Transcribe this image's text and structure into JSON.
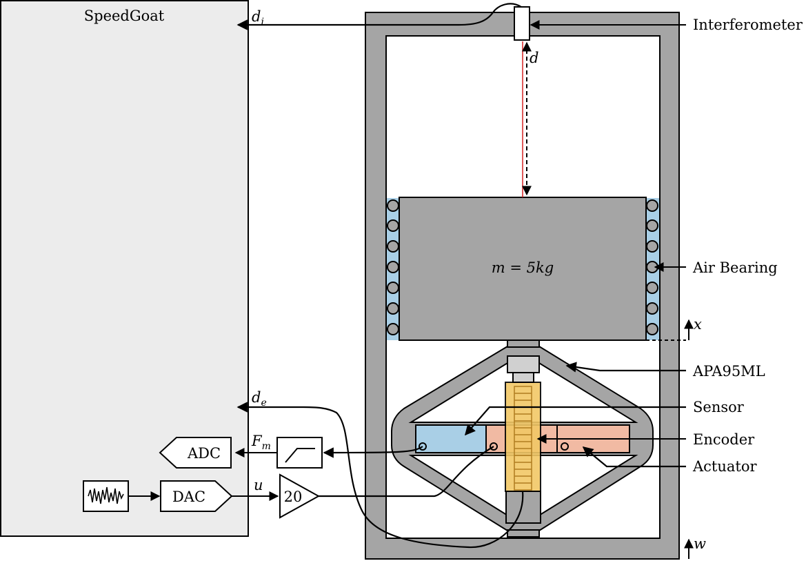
{
  "speedgoat": {
    "title": "SpeedGoat"
  },
  "blocks": {
    "adc": "ADC",
    "dac": "DAC",
    "gain": "20"
  },
  "signals": {
    "di": {
      "base": "d",
      "sub": "i"
    },
    "de": {
      "base": "d",
      "sub": "e"
    },
    "fm": {
      "base": "F",
      "sub": "m"
    },
    "u": "u",
    "d": "d",
    "x": "x",
    "w": "w"
  },
  "mass": {
    "label": "m = 5kg"
  },
  "labels": {
    "interferometer": "Interferometer",
    "air_bearing": "Air Bearing",
    "apa": "APA95ML",
    "sensor": "Sensor",
    "encoder": "Encoder",
    "actuator": "Actuator"
  },
  "colors": {
    "panel": "#ececec",
    "frame": "#a5a5a5",
    "bearing": "#a9cfe6",
    "sensor": "#a9cfe6",
    "actuator": "#f1baa3",
    "encoder": "#f2c867",
    "laser": "#d62020"
  }
}
